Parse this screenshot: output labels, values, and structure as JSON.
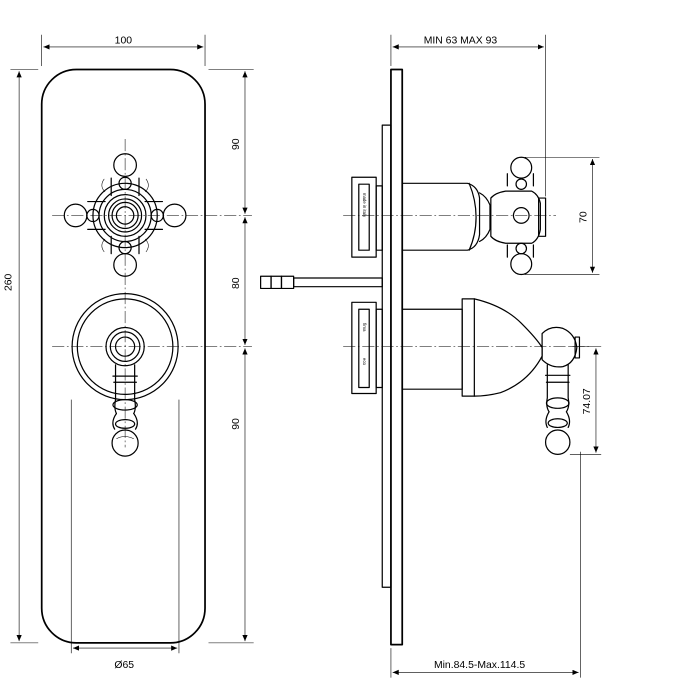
{
  "dimensions": {
    "width_100": "100",
    "height_260": "260",
    "upper_90": "90",
    "middle_80": "80",
    "lower_90": "90",
    "diameter_65": "Ø65",
    "min_max_depth": "MIN 63 MAX 93",
    "handle_70": "70",
    "lever_74": "74.07",
    "projection": "Min.84.5-Max.114.5"
  },
  "body_markings": {
    "upper_marking": "made in italy",
    "lower_marking_1": "fima",
    "lower_marking_2": "eco"
  }
}
